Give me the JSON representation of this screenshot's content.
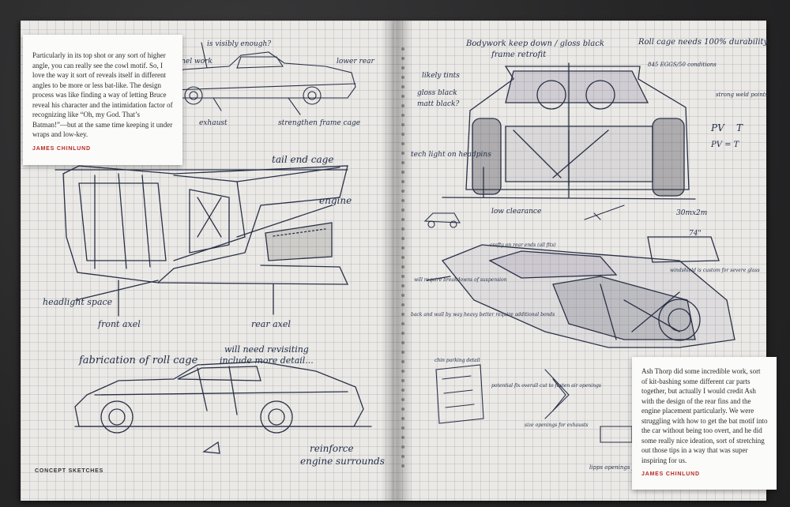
{
  "book": {
    "section_label": "CONCEPT SKETCHES"
  },
  "left_quote": {
    "text": "Particularly in its top shot or any sort of higher angle, you can really see the cowl motif. So, I love the way it sort of reveals itself in different angles to be more or less bat-like. The design process was like finding a way of letting Bruce reveal his character and the intimidation factor of recognizing like “Oh, my God. That’s Batman!”—but at the same time keeping it under wraps and low-key.",
    "attribution": "JAMES CHINLUND"
  },
  "right_quote": {
    "text": "Ash Thorp did some incredible work, sort of kit-bashing some different car parts together, but actually I would credit Ash with the design of the rear fins and the engine placement particularly. We were struggling with how to get the bat motif into the car without being too overt, and he did some really nice ideation, sort of stretching out those tips in a way that was super inspiring for us.",
    "attribution": "JAMES CHINLUND"
  },
  "annotations": {
    "left": {
      "is_it_visibly_enough": "is visibly enough?",
      "panel_work": "panel work",
      "lower_rear": "lower rear",
      "exhaust": "exhaust",
      "strengthen_frame": "strengthen frame cage",
      "tail_end_cage": "tail end cage",
      "engine": "engine",
      "headlight_space": "headlight space",
      "front_axel": "front axel",
      "rear_axel": "rear axel",
      "fabrication_roll_cage": "fabrication of roll cage",
      "will_need_revisiting": "will need revisiting",
      "include_more_detail": "include more detail...",
      "reinforce": "reinforce",
      "engine_surrounds": "engine surrounds"
    },
    "right": {
      "bodywork_keep_down": "Bodywork keep down / gloss black",
      "frame_retrofit": "frame retrofit",
      "roll_cage_needs": "Roll cage needs 100% durability.",
      "bar_cond": "845 EGGS/50 conditions",
      "likely_tints": "likely tints",
      "gloss_black": "gloss black",
      "matt_black": "matt black?",
      "strong_weld_points": "strong weld points",
      "formula_1": "PV",
      "formula_2": "T",
      "formula_3": "PV = T",
      "tech_light_headpins": "tech light on headpins",
      "low_clearance": "low clearance",
      "dims": "30mx2m",
      "dim_74": "74\"",
      "rear_window": "windshield is custom for severe glass",
      "crafty_rear": "crafty on rear ends (all fits)",
      "will_require": "will require breakdowns of suspension",
      "back_and_wall": "back and wall by way heavy better require additional bonds",
      "chin_parking": "chin parking detail",
      "potential_fix": "potential fix overall cut to fasten air openings",
      "size_openings": "size openings for exhausts",
      "lipps_openings": "lipps openings for flame outlets"
    }
  }
}
